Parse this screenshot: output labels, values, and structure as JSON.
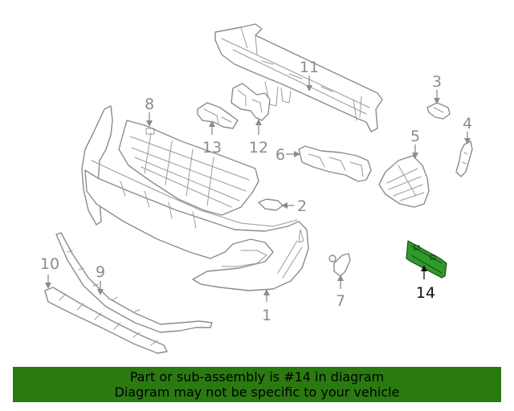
{
  "callouts": {
    "c1": "1",
    "c2": "2",
    "c3": "3",
    "c4": "4",
    "c5": "5",
    "c6": "6",
    "c7": "7",
    "c8": "8",
    "c9": "9",
    "c10": "10",
    "c11": "11",
    "c12": "12",
    "c13": "13",
    "c14": "14"
  },
  "highlighted_part": "14",
  "colors": {
    "highlight": "#2f9a2a",
    "banner": "#2a7a10",
    "line": "#8c8c8c"
  },
  "footer": {
    "line1": "Part or sub-assembly is #14 in diagram",
    "line2": "Diagram may not be specific to your vehicle"
  }
}
